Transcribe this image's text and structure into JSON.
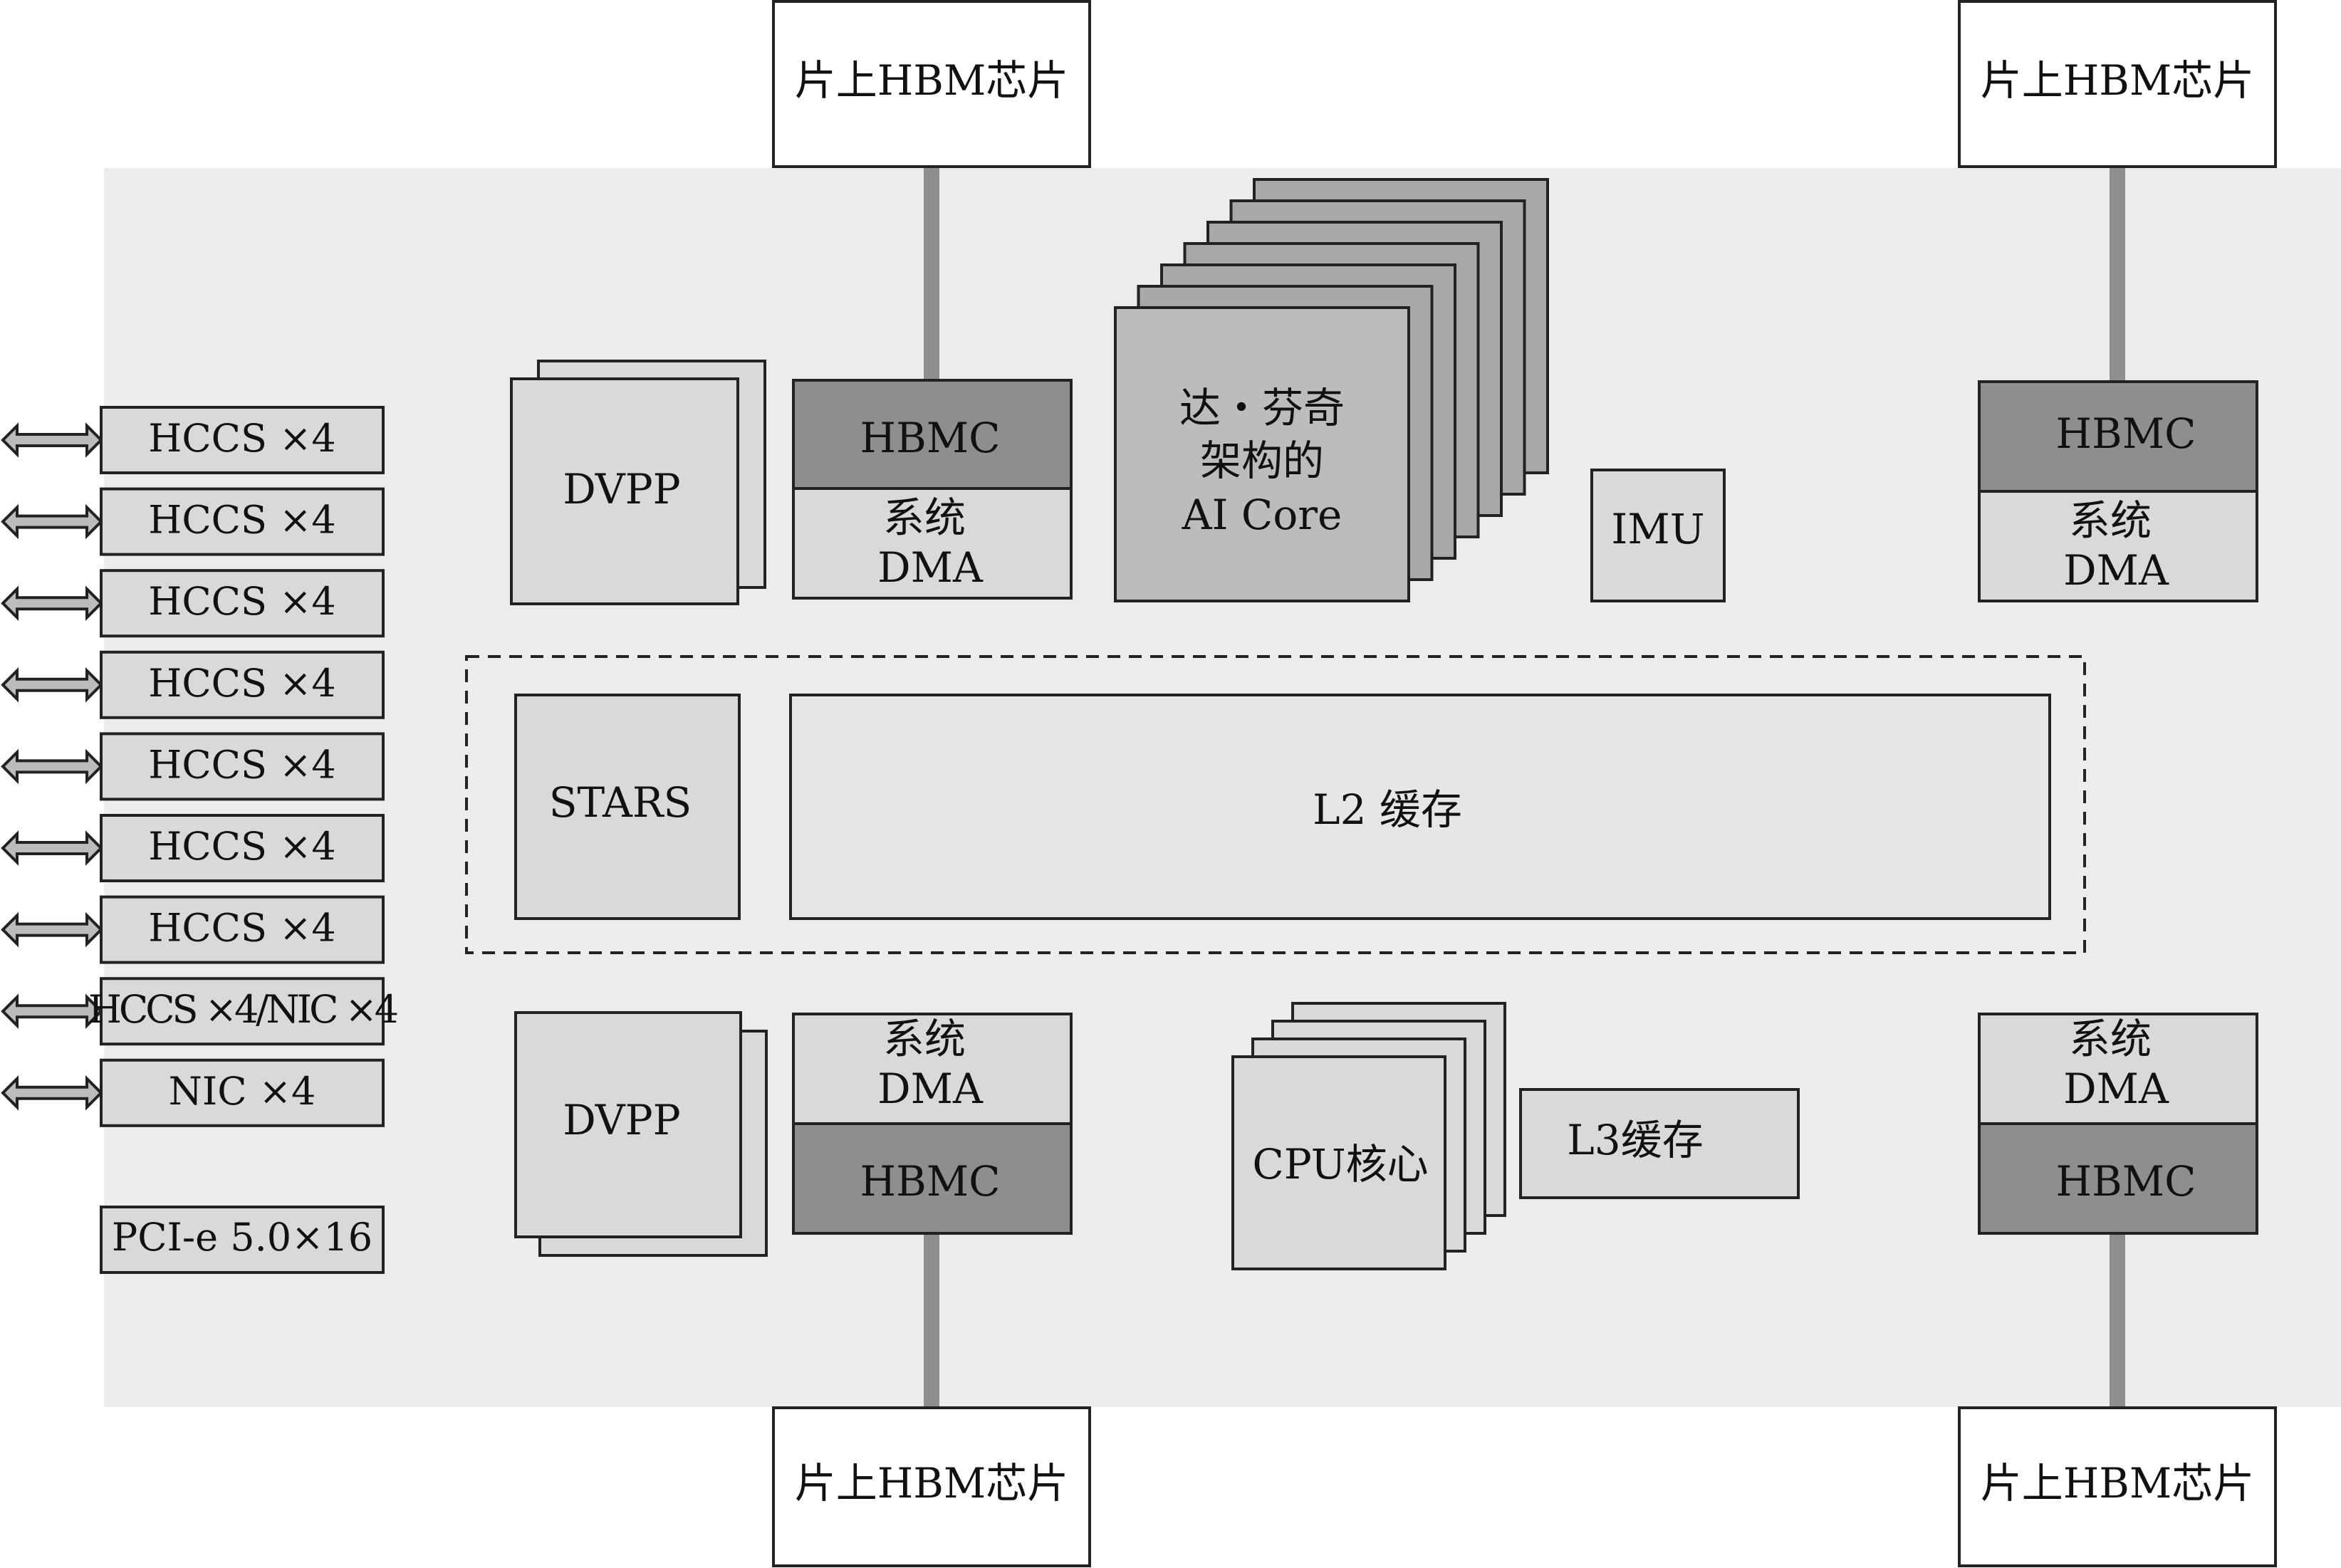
{
  "colors": {
    "chip_background": "#ececec",
    "light_block": "#d9d9d9",
    "mid_block": "#bcbcbc",
    "dark_block": "#8e8e8e",
    "connector": "#8e8e8e",
    "border": "#222222",
    "hbm_box": "#ffffff"
  },
  "hbm_chips": {
    "top_left": "片上HBM芯片",
    "top_right": "片上HBM芯片",
    "bottom_left": "片上HBM芯片",
    "bottom_right": "片上HBM芯片"
  },
  "hbmc": {
    "top_left": "HBMC",
    "top_right": "HBMC",
    "bottom_left": "HBMC",
    "bottom_right": "HBMC"
  },
  "dma": {
    "top_left": [
      "系统",
      "DMA"
    ],
    "top_right": [
      "系统",
      "DMA"
    ],
    "bottom_left": [
      "系统",
      "DMA"
    ],
    "bottom_right": [
      "系统",
      "DMA"
    ]
  },
  "dvpp": {
    "top": "DVPP",
    "bottom": "DVPP"
  },
  "ai_core": [
    "达・芬奇",
    "架构的",
    "AI Core"
  ],
  "imu": "IMU",
  "stars": "STARS",
  "l2_cache": "L2 缓存",
  "cpu_core": "CPU核心",
  "l3_cache": "L3缓存",
  "ports": [
    "HCCS ×4",
    "HCCS ×4",
    "HCCS ×4",
    "HCCS ×4",
    "HCCS ×4",
    "HCCS ×4",
    "HCCS ×4",
    "HCCS ×4/NIC ×4",
    "NIC ×4"
  ],
  "pcie": "PCI-e 5.0×16",
  "icons": [
    "double-arrow-icon"
  ]
}
